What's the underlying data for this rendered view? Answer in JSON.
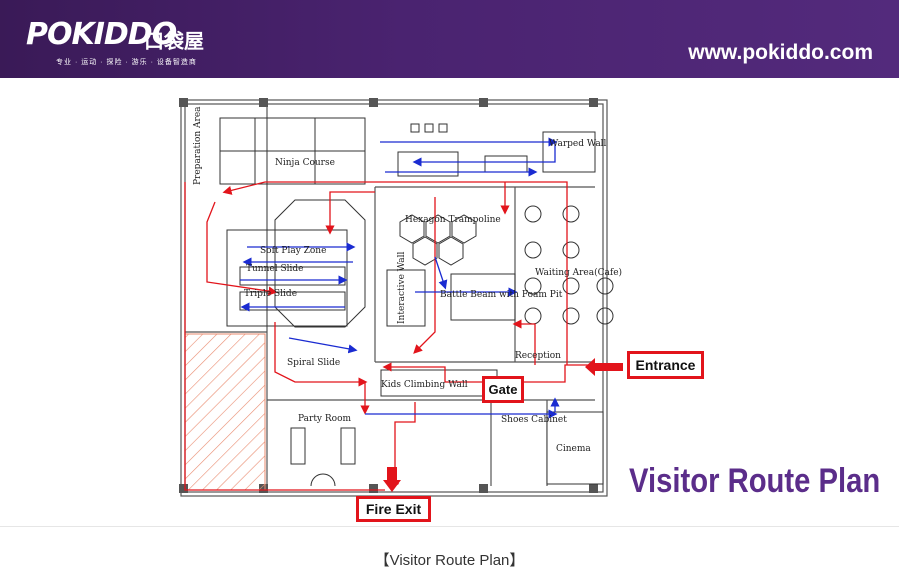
{
  "header": {
    "logo_text": "POKIDDO",
    "logo_cn": "口袋屋",
    "logo_tagline": "专业 · 运动 · 探险 · 游乐 · 设备智造商",
    "website": "www.pokiddo.com",
    "background_color": "#4a2370"
  },
  "plan": {
    "areas": {
      "preparation": "Preparation Area",
      "ninja": "Ninja Course",
      "warped_wall": "Warped Wall",
      "hexagon": "Hexagon Trampoline",
      "soft_play": "Soft Play Zone",
      "tunnel_slide": "Tunnel Slide",
      "triple_slide": "Triple Slide",
      "interactive_wall": "Interactive Wall",
      "battle_beam": "Battle Beam with Foam Pit",
      "waiting": "Waiting Area(Cafe)",
      "reception": "Reception",
      "spiral_slide": "Spiral Slide",
      "climbing_wall": "Kids Climbing Wall",
      "party_room": "Party Room",
      "shoes_cabinet": "Shoes Cabinet",
      "cinema": "Cinema"
    },
    "callouts": {
      "entrance": "Entrance",
      "gate": "Gate",
      "fire_exit": "Fire Exit"
    },
    "title": "Visitor Route Plan",
    "route_colors": {
      "red": "#e2141b",
      "blue": "#1a2bd1"
    }
  },
  "footer": {
    "caption": "【Visitor Route Plan】"
  }
}
